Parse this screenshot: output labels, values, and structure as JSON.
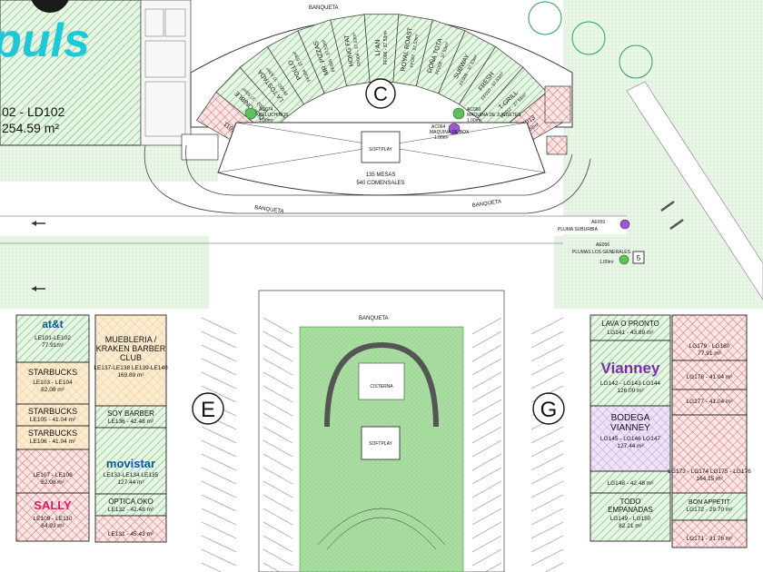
{
  "header": {
    "logo_text": "puls",
    "unit_code": "02 - LD102",
    "unit_area": "254.59 m²"
  },
  "zones": {
    "c": "C",
    "e": "E",
    "g": "G"
  },
  "center": {
    "softplay_top": "SOFTPLAY",
    "mesas": "135 MESAS",
    "comensales": "540 COMENSALES",
    "softplay_lower": "SOFTPLAY",
    "cisterna": "CISTERNA"
  },
  "street_labels": {
    "banqueta_top": "BANQUETA",
    "banqueta_curve": "BANQUETA",
    "banqueta_curve2": "BANQUETA",
    "banqueta_mid": "BANQUETA"
  },
  "food_court": [
    {
      "name": "FF011",
      "sub": ""
    },
    {
      "name": "DISPONIBLE",
      "sub": "FF002 - 37.53m²"
    },
    {
      "name": "LA TOSTADA",
      "sub": "FF003 - 37.53m²"
    },
    {
      "name": "POLLO",
      "sub": "FF004 - 37.53m²"
    },
    {
      "name": "MR. PIZZAS",
      "sub": "FF005 - 37.53m²"
    },
    {
      "name": "HONG FAT",
      "sub": "FF006 - 37.53m²"
    },
    {
      "name": "LI-AN",
      "sub": "FF006 - 37.53m²"
    },
    {
      "name": "ROYAL ROAST",
      "sub": "FF007 - 37.53m²"
    },
    {
      "name": "DOÑA TOTA",
      "sub": "FF008 - 37.53m²"
    },
    {
      "name": "SUBWAY",
      "sub": "FF009 - 37.53m²"
    },
    {
      "name": "FRESH",
      "sub": "FF010 - 37.53m²"
    },
    {
      "name": "T-GRILL",
      "sub": "FF012 - 37.53m²"
    },
    {
      "name": "FF013",
      "sub": "37.53m²"
    }
  ],
  "kiosks": {
    "ac074": {
      "code": "AC074",
      "name": "PELUCHINOS",
      "area": "1.00m²"
    },
    "ac060": {
      "code": "AC060",
      "name": "MAQUINA DE JUGUETES",
      "area": "1.00m²"
    },
    "ac064": {
      "code": "AC064",
      "name": "MAQUINA DE BOX",
      "area": "1.00m²"
    },
    "ae059": {
      "code": "AE059",
      "name": "PLUMA SUBURBIA",
      "area": ""
    },
    "ae056": {
      "code": "AE056",
      "name": "PLUMAS LOS GENERALES",
      "area": "1.00m²"
    },
    "marker": "5"
  },
  "left_stores": [
    {
      "brand": "at&t",
      "code": "LE101-LE102",
      "area": "77.91m²"
    },
    {
      "brand": "STARBUCKS",
      "code": "LE103 - LE104",
      "area": "82.08 m²"
    },
    {
      "brand": "STARBUCKS",
      "code": "LE105 - 41.04 m²",
      "area": ""
    },
    {
      "brand": "STARBUCKS",
      "code": "LE106 - 41.04 m²",
      "area": ""
    },
    {
      "brand": "",
      "code": "LE107 - LE108",
      "area": "82.08 m²"
    },
    {
      "brand": "SALLY",
      "code": "LE109 - LE110",
      "area": "84.93 m²"
    }
  ],
  "mid_left_stores": [
    {
      "brand": "MUEBLERIA / KRAKEN BARBER CLUB",
      "code": "LE137-LE138 LE139-LE140",
      "area": "169.89 m²"
    },
    {
      "brand": "SOY BARBER",
      "code": "LE136 - 42.48 m²",
      "area": ""
    },
    {
      "brand": "movistar",
      "code": "LE133-LE134 LE135",
      "area": "127.44 m²"
    },
    {
      "brand": "OPTICA OKO",
      "code": "LE132 - 42.48 m²",
      "area": ""
    },
    {
      "brand": "",
      "code": "LE131 - 45.43 m²",
      "area": ""
    }
  ],
  "right_stores": [
    {
      "brand": "LAVA O PRONTO",
      "code": "LG141 - 43.89 m²",
      "area": ""
    },
    {
      "brand": "Vianney",
      "code": "LG142 - LG143 LG144",
      "area": "126.00 m²"
    },
    {
      "brand": "BODEGA VIANNEY",
      "code": "LG145 - LG146 LG147",
      "area": "127.44 m²"
    },
    {
      "brand": "",
      "code": "LG148 - 42.48 m²",
      "area": ""
    },
    {
      "brand": "TODO EMPANADAS",
      "code": "LG149 - LG150",
      "area": "82.21 m²"
    }
  ],
  "far_right_stores": [
    {
      "brand": "",
      "code": "LG179 - LG180",
      "area": "77.91 m²"
    },
    {
      "brand": "",
      "code": "LG178 - 41.04 m²",
      "area": ""
    },
    {
      "brand": "",
      "code": "LG177 - 41.04 m²",
      "area": ""
    },
    {
      "brand": "",
      "code": "LG173 - LG174 LG175 - LG176",
      "area": "164.15 m²"
    },
    {
      "brand": "BON APPETIT",
      "code": "LG172 - 29.70 m²",
      "area": ""
    },
    {
      "brand": "",
      "code": "LG171 - 31.76 m²",
      "area": ""
    }
  ],
  "colors": {
    "available_hatch": "#e05a5a",
    "leased_green": "#5fbf5f",
    "tan": "#f5deb3",
    "purple_hatch": "#b48ad8",
    "logo_cyan": "#1ec8d8",
    "vianney_purple": "#7a2fa8",
    "movistar_green": "#6dbb2c",
    "movistar_blue": "#0b57a4"
  }
}
